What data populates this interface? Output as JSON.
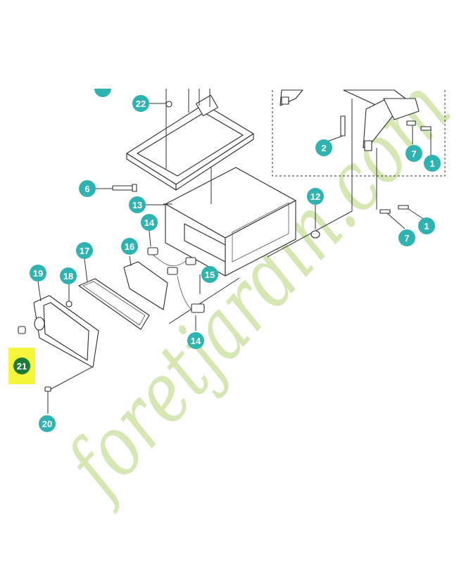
{
  "callouts": {
    "c22": "22",
    "c6": "6",
    "c13": "13",
    "c14a": "14",
    "c12": "12",
    "c17": "17",
    "c16": "16",
    "c15": "15",
    "c19": "19",
    "c18": "18",
    "c14b": "14",
    "c21": "21",
    "c20": "20",
    "c2": "2",
    "c7a": "7",
    "c1a": "1",
    "c7b": "7",
    "c1b": "1"
  },
  "watermark": {
    "text": "foretjardin.com"
  },
  "colors": {
    "callout_teal": "#2fb3b0",
    "highlight_yellow": "#f5f53c",
    "highlight_circle": "#1f7a3a",
    "watermark_green": "#c8df9a",
    "watermark_orange": "#f3c28c",
    "watermark_gray": "#b8b0a4"
  }
}
